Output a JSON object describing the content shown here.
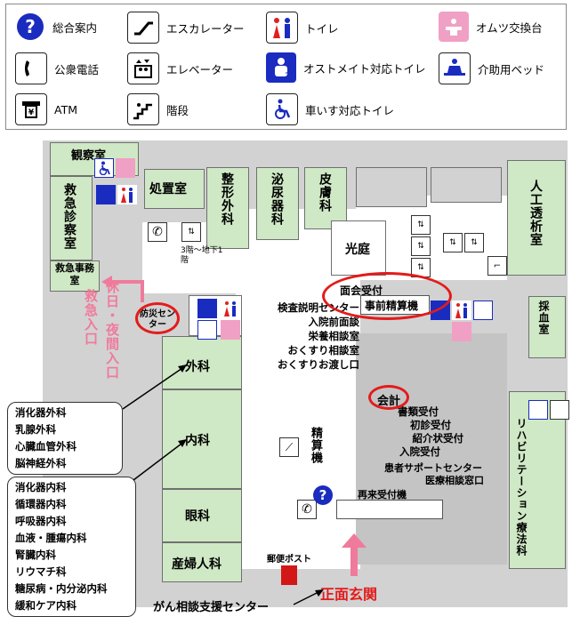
{
  "legend": {
    "info": "総合案内",
    "escalator": "エスカレーター",
    "toilet": "トイレ",
    "diaper": "オムツ交換台",
    "phone": "公衆電話",
    "elevator": "エレベーター",
    "ostomate": "オストメイト対応トイレ",
    "care_bed": "介助用ベッド",
    "atm": "ATM",
    "stairs": "階段",
    "wheelchair": "車いす対応トイレ"
  },
  "map": {
    "kansatsu": "観察室",
    "kyukyu_shinsatsu": "救急診察室",
    "kyukyu_jimu": "救急事務室",
    "shochi": "処置室",
    "seikei": "整形外科",
    "hinyo": "泌尿器科",
    "hifu": "皮膚科",
    "kotei": "光庭",
    "jinko": "人工透析室",
    "saiketsu": "採血室",
    "geka": "外科",
    "naika": "内科",
    "ganka": "眼科",
    "sanfujin": "産婦人科",
    "seisan": "精算機",
    "rehab": "リハビリテーション療法科",
    "bosai": "防災センター",
    "elev_note": "3階〜地下1階",
    "menkai": "面会受付",
    "jizen": "事前精算機",
    "kaikei": "会計",
    "saiyo": "再来受付機",
    "yubin": "郵便ポスト",
    "kyukyu_iriguchi": "救急入口",
    "yakan_iriguchi": "休日・夜間入口",
    "shomen": "正面玄関",
    "gan_center": "がん相談支援センター",
    "left_list": [
      "検査説明センター",
      "入院前面談",
      "栄養相談室",
      "おくすり相談室",
      "おくすりお渡し口"
    ],
    "kaikei_list": [
      "書類受付",
      "初診受付",
      "紹介状受付",
      "入院受付",
      "患者サポートセンター",
      "医療相談窓口"
    ],
    "geka_depts": [
      "消化器外科",
      "乳腺外科",
      "心臓血管外科",
      "脳神経外科"
    ],
    "naika_depts": [
      "消化器内科",
      "循環器内科",
      "呼吸器内科",
      "血液・腫瘍内科",
      "腎臓内科",
      "リウマチ科",
      "糖尿病・内分泌内科",
      "緩和ケア内科"
    ]
  },
  "colors": {
    "room": "#cfe8c5",
    "corridor": "#bfbfbf",
    "accent_red": "#e31b1b",
    "accent_pink": "#f07a9c",
    "icon_blue": "#1a2bbf"
  }
}
